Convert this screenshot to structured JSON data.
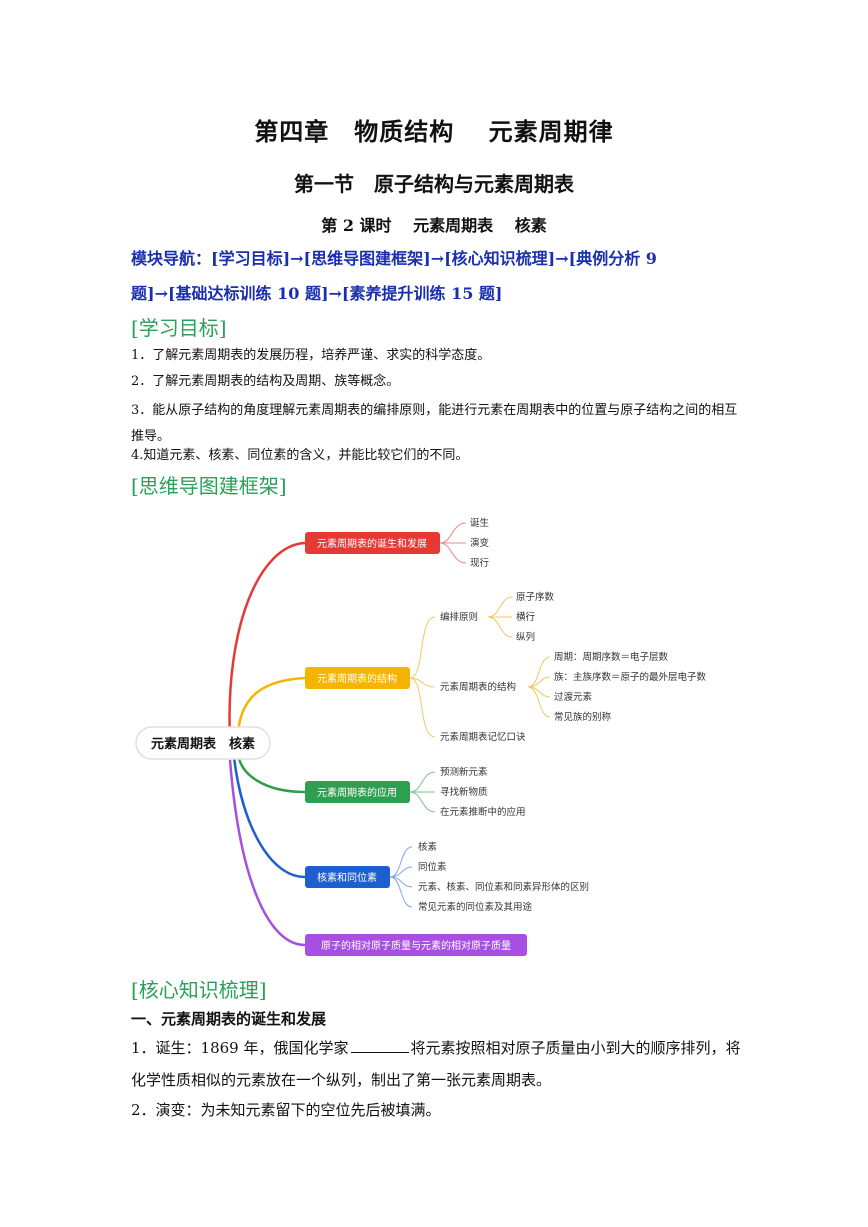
{
  "chapter_title": "第四章　物质结构　 元素周期律",
  "section_title": "第一节　原子结构与元素周期表",
  "lesson_title": "第 2 课时　 元素周期表　 核素",
  "navigation": {
    "line1": "模块导航：[学习目标]→[思维导图建框架]→[核心知识梳理]→[典例分析 9",
    "line2": "题]→[基础达标训练 10 题]→[素养提升训练 15 题]"
  },
  "learning_goals": {
    "heading": "[学习目标]",
    "items": [
      "1．了解元素周期表的发展历程，培养严谨、求实的科学态度。",
      "2．了解元素周期表的结构及周期、族等概念。",
      "3．能从原子结构的角度理解元素周期表的编排原则，能进行元素在周期表中的位置与原子结构之间的相互推导。",
      "4.知道元素、核素、同位素的含义，并能比较它们的不同。"
    ]
  },
  "mindmap": {
    "heading": "[思维导图建框架]",
    "root": "元素周期表　核素",
    "colors": {
      "red": "#e53935",
      "orange": "#f4b400",
      "green": "#2e9e4f",
      "blue": "#1e5fd0",
      "purple": "#a64fe0"
    },
    "branches": [
      {
        "label": "元素周期表的诞生和发展",
        "children": [
          "诞生",
          "演变",
          "现行"
        ]
      },
      {
        "label": "元素周期表的结构",
        "group1": {
          "label": "编排原则",
          "children": [
            "原子序数",
            "横行",
            "纵列"
          ]
        },
        "group2": {
          "label": "元素周期表的结构",
          "children": [
            "周期：周期序数＝电子层数",
            "族：主族序数＝原子的最外层电子数",
            "过渡元素",
            "常见族的别称"
          ]
        },
        "extra": "元素周期表记忆口诀"
      },
      {
        "label": "元素周期表的应用",
        "children": [
          "预测新元素",
          "寻找新物质",
          "在元素推断中的应用"
        ]
      },
      {
        "label": "核素和同位素",
        "children": [
          "核素",
          "同位素",
          "元素、核素、同位素和同素异形体的区别",
          "常见元素的同位素及其用途"
        ]
      },
      {
        "label": "原子的相对原子质量与元素的相对原子质量"
      }
    ]
  },
  "core_knowledge": {
    "heading": "[核心知识梳理]",
    "subheading": "一、元素周期表的诞生和发展",
    "p1_before": "1．诞生：1869 年，俄国化学家",
    "p1_after": "将元素按照相对原子质量由小到大的顺序排列，将",
    "p1_line2": "化学性质相似的元素放在一个纵列，制出了第一张元素周期表。",
    "p2": "2．演变：为未知元素留下的空位先后被填满。"
  }
}
